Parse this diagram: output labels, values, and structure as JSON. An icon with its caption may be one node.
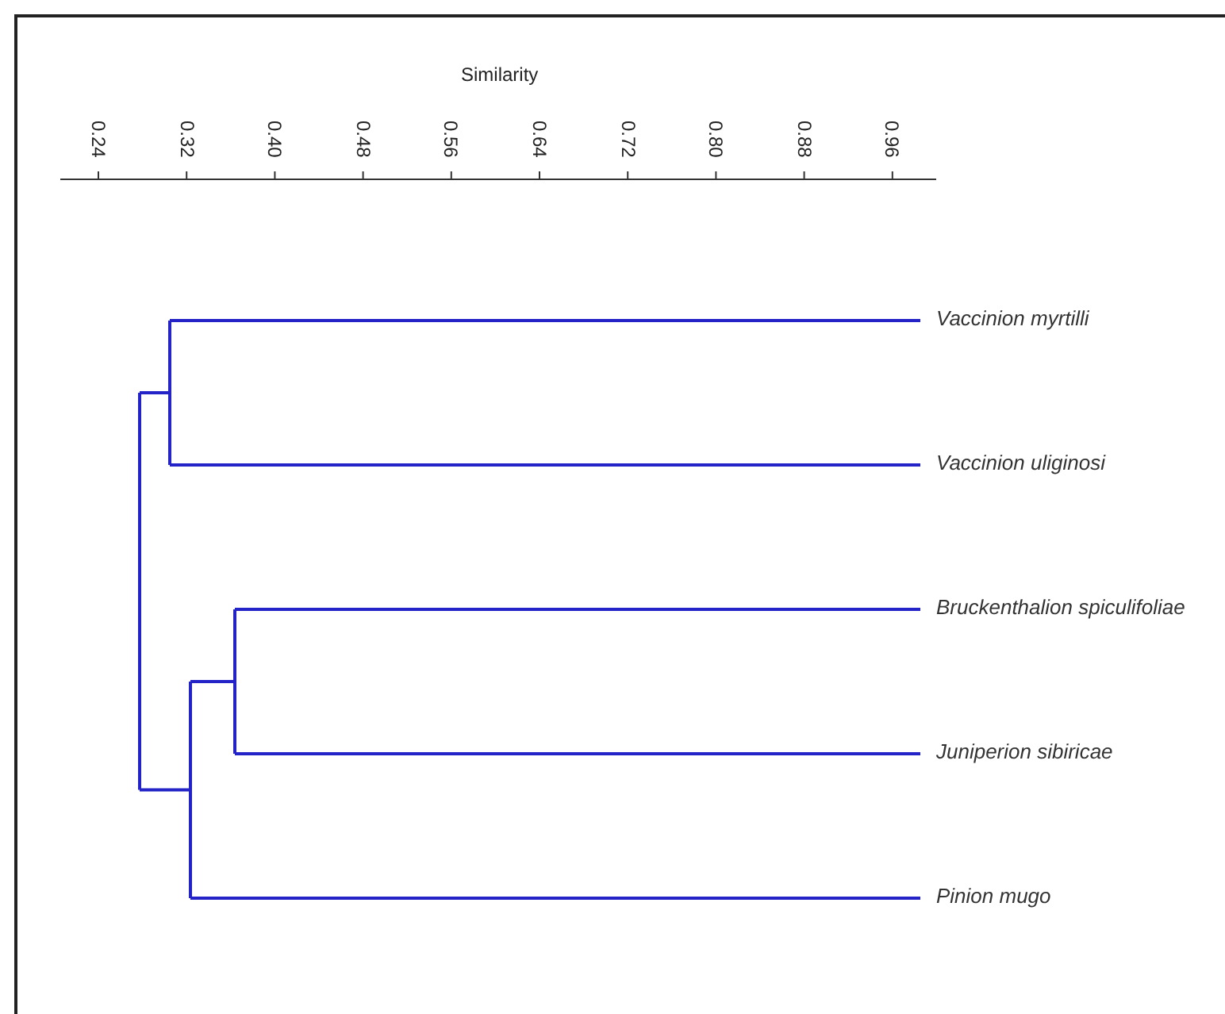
{
  "diagram": {
    "labels": [
      "Similarity",
      "0.24",
      "0.32",
      "0.40",
      "0.48",
      "0.56",
      "0.64",
      "0.72",
      "0.80",
      "0.88",
      "0.96",
      "Vaccinion myrtilli",
      "Vaccinion uliginosi",
      "Bruckenthalion spiculifoliae",
      "Juniperion sibiricae",
      "Pinion mugo"
    ]
  }
}
